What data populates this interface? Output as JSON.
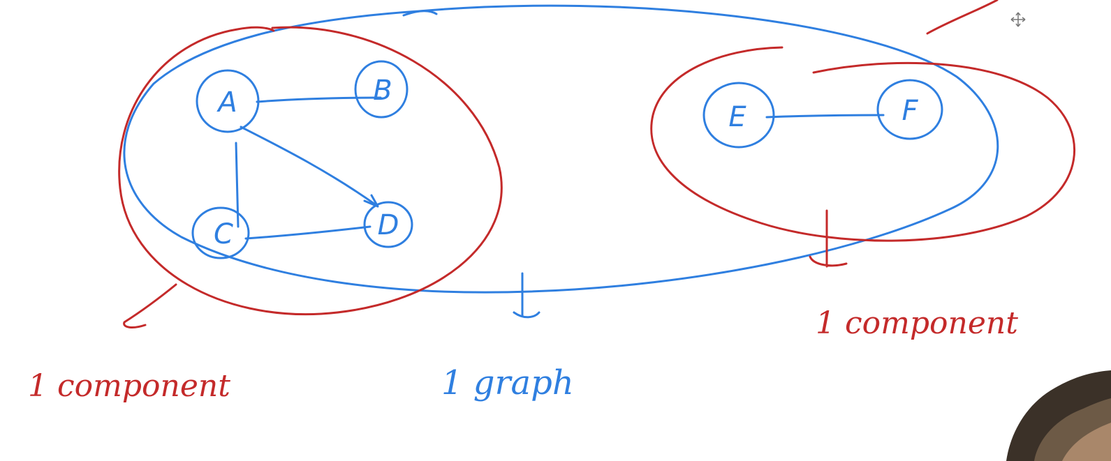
{
  "colors": {
    "blue": "#2f7fe0",
    "red": "#c42a2a",
    "background": "#ffffff"
  },
  "nodes": {
    "A": "A",
    "B": "B",
    "C": "C",
    "D": "D",
    "E": "E",
    "F": "F"
  },
  "annotations": {
    "left_component": "1 component",
    "graph": "1 graph",
    "right_component": "1 component"
  },
  "icons": {
    "cursor": "move-cursor-icon"
  }
}
